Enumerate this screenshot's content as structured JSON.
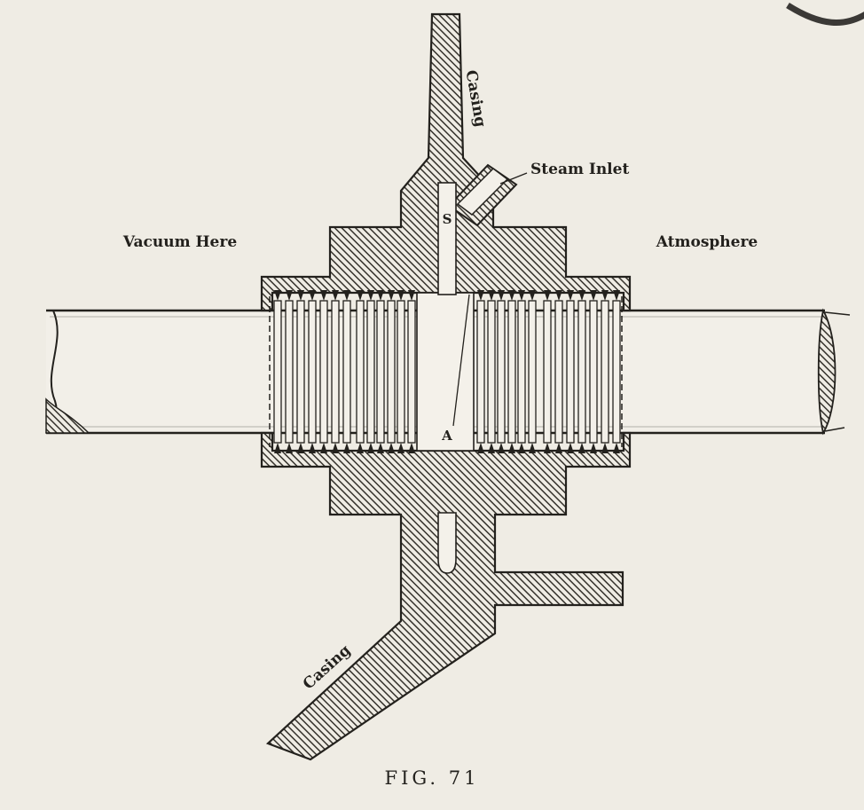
{
  "figure": {
    "caption": "FIG. 71",
    "labels": {
      "casing_top": "Casing",
      "steam_inlet": "Steam Inlet",
      "steam_chamber": "S",
      "vacuum_side": "Vacuum Here",
      "atmosphere_side": "Atmosphere",
      "annulus": "A",
      "casing_bottom": "Casing"
    },
    "colors": {
      "paper": "#efece4",
      "paper_light": "#f3f0e9",
      "ink": "#23211d",
      "hatch_line": "#35322c"
    }
  }
}
